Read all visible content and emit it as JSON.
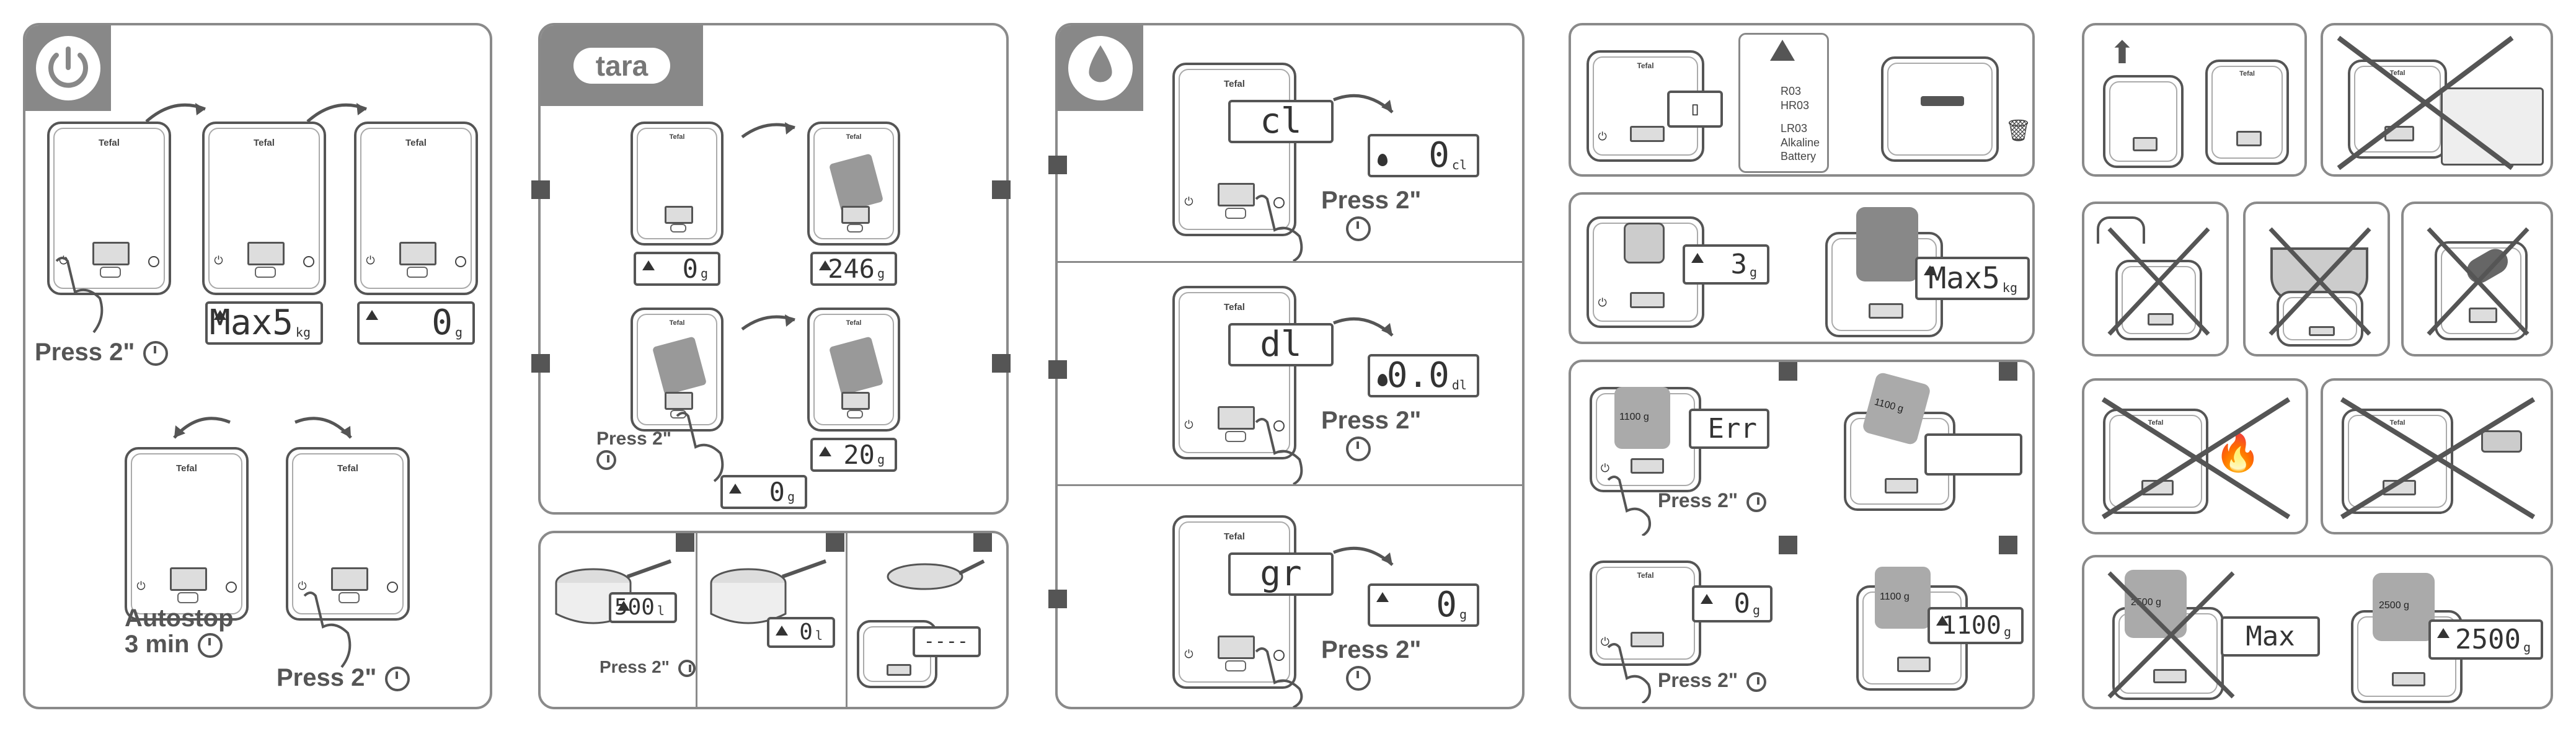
{
  "brand": "Tefal",
  "labels": {
    "press2": "Press 2\"",
    "autostop_line1": "Autostop",
    "autostop_line2": "3 min",
    "tara": "tara"
  },
  "lcd": {
    "max5": {
      "text": "Max5",
      "unit": "kg"
    },
    "zero": {
      "text": "0",
      "unit": "g"
    },
    "tara_a": {
      "text": "0",
      "unit": "g"
    },
    "tara_b": {
      "text": "246",
      "unit": "g"
    },
    "tara_c": {
      "text": "0",
      "unit": "g"
    },
    "tara_d": {
      "text": "20",
      "unit": "g"
    },
    "liq_500": {
      "text": "500",
      "unit": "l"
    },
    "liq_0": {
      "text": "0",
      "unit": "l"
    },
    "liq_dash": {
      "text": "----",
      "unit": ""
    },
    "cl_mode": {
      "text": "cl",
      "unit": ""
    },
    "cl_val": {
      "text": "0",
      "unit": "cl"
    },
    "dl_mode": {
      "text": "dl",
      "unit": ""
    },
    "dl_val": {
      "text": "0.0",
      "unit": "dl"
    },
    "gr_mode": {
      "text": "gr",
      "unit": ""
    },
    "gr_val": {
      "text": "0",
      "unit": "g"
    },
    "w3": {
      "text": "3",
      "unit": "g"
    },
    "wmax": {
      "text": "Max5",
      "unit": "kg"
    },
    "err": {
      "text": "Err",
      "unit": ""
    },
    "w0": {
      "text": "0",
      "unit": "g"
    },
    "w1100": {
      "text": "1100",
      "unit": "g"
    },
    "max": {
      "text": "Max",
      "unit": ""
    },
    "w2500": {
      "text": "2500",
      "unit": "g"
    }
  },
  "battery": {
    "line1": "R03",
    "line2": "HR03",
    "line3": "LR03",
    "line4": "Alkaline",
    "line5": "Battery"
  },
  "weights": {
    "w1100a": "1100 g",
    "w1100b": "1100 g",
    "w1100c": "1100 g",
    "w2500a": "2500 g",
    "w2500b": "2500 g"
  }
}
